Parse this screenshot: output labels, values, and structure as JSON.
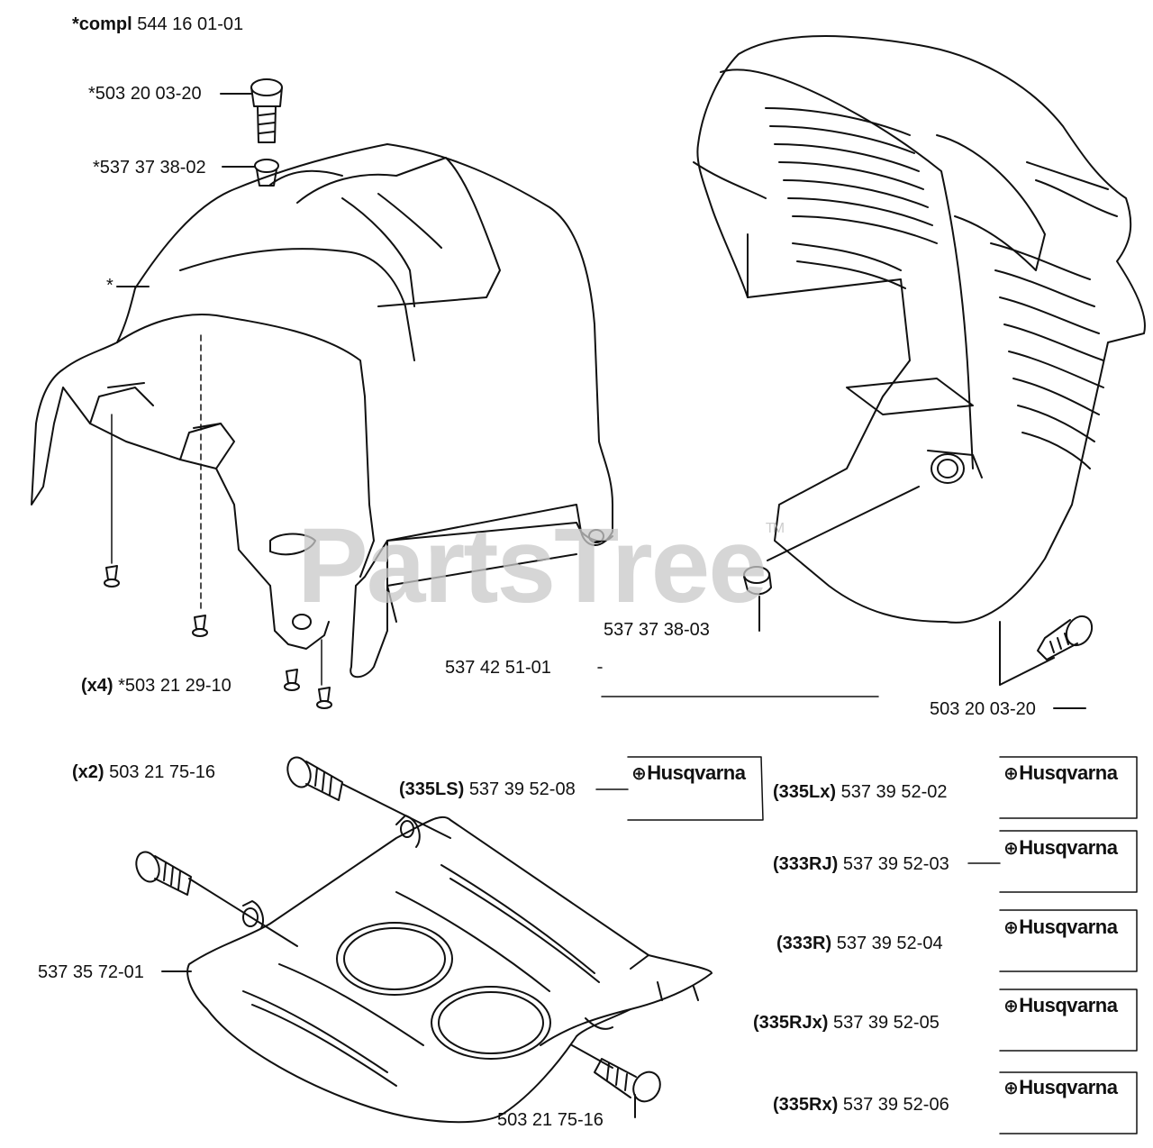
{
  "header": {
    "compl_prefix": "*compl",
    "compl_number": "544 16 01-01"
  },
  "watermark": {
    "text": "PartsTree",
    "tm": "TM"
  },
  "brand_name": "Husqvarna",
  "labels": {
    "screw_top": "*503 20 03-20",
    "washer_top": "*537 37 38-02",
    "cover_star": "*",
    "screw_x4_qty": "(x4)",
    "screw_x4_part": "*503 21 29-10",
    "cover_part": "537 42 51-01",
    "sleeve_part": "537 37 38-03",
    "screw_right": "503 20 03-20",
    "screw_x2_qty": "(x2)",
    "screw_x2_part": "503 21 75-16",
    "plate_part": "537 35 72-01",
    "screw_bottom": "503 21 75-16"
  },
  "decals": [
    {
      "model": "(335LS)",
      "part": "537 39 52-08"
    },
    {
      "model": "(335Lx)",
      "part": "537 39 52-02"
    },
    {
      "model": "(333RJ)",
      "part": "537 39 52-03"
    },
    {
      "model": "(333R)",
      "part": "537 39 52-04"
    },
    {
      "model": "(335RJx)",
      "part": "537 39 52-05"
    },
    {
      "model": "(335Rx)",
      "part": "537 39 52-06"
    }
  ],
  "colors": {
    "line": "#111111",
    "watermark": "#c9c9c9"
  }
}
